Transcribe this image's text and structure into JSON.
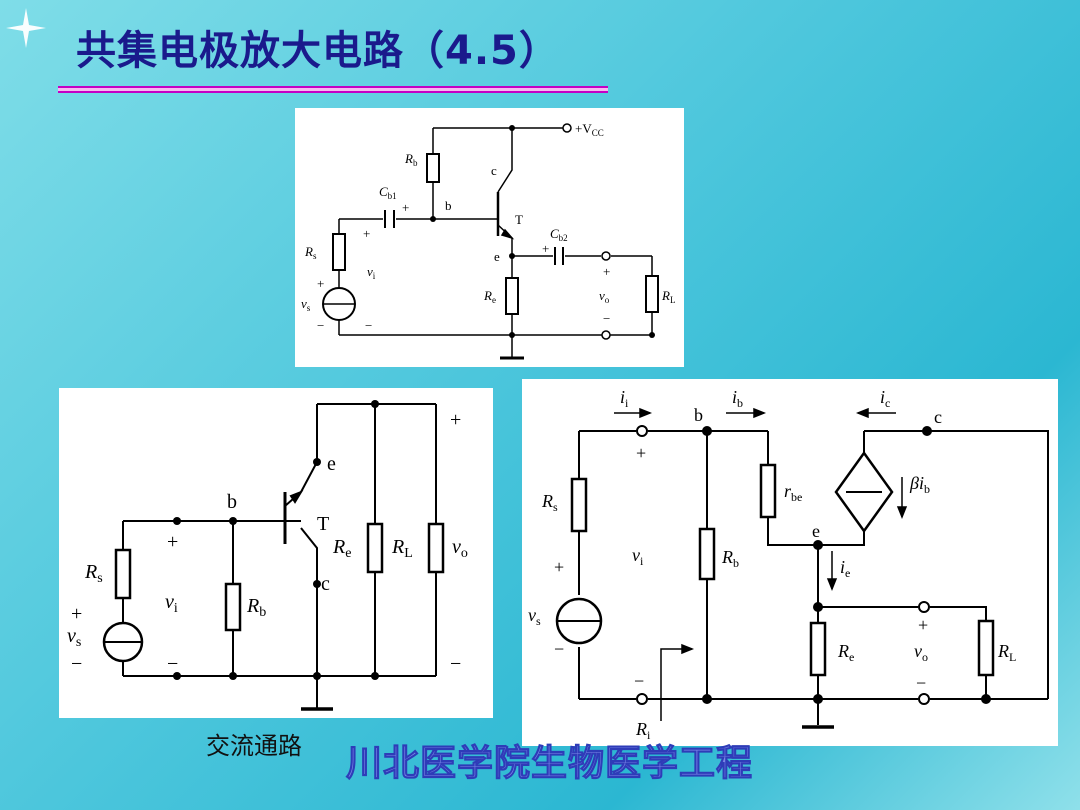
{
  "title": "共集电极放大电路（4.5）",
  "caption": "交流通路",
  "watermark": "川北医学院生物医学工程",
  "circuit_top": {
    "vcc": "+V",
    "vcc_sub": "CC",
    "rb": "R",
    "rb_sub": "b",
    "cb1": "C",
    "cb1_sub": "b1",
    "cb2": "C",
    "cb2_sub": "b2",
    "rs": "R",
    "rs_sub": "s",
    "re": "R",
    "re_sub": "e",
    "rl": "R",
    "rl_sub": "L",
    "vi": "v",
    "vi_sub": "i",
    "vo": "v",
    "vo_sub": "o",
    "vs": "v",
    "vs_sub": "s",
    "node_b": "b",
    "node_c": "c",
    "node_e": "e",
    "transistor": "T",
    "plus": "+",
    "minus": "−"
  },
  "circuit_ac": {
    "rs": "R",
    "rs_sub": "s",
    "rb": "R",
    "rb_sub": "b",
    "re": "R",
    "re_sub": "e",
    "rl": "R",
    "rl_sub": "L",
    "vi": "v",
    "vi_sub": "i",
    "vo": "v",
    "vo_sub": "o",
    "vs": "v",
    "vs_sub": "s",
    "node_b": "b",
    "node_c": "c",
    "node_e": "e",
    "transistor": "T",
    "plus": "+",
    "minus": "−"
  },
  "circuit_small_signal": {
    "ii": "i",
    "ii_sub": "i",
    "ib": "i",
    "ib_sub": "b",
    "ic": "i",
    "ic_sub": "c",
    "ie": "i",
    "ie_sub": "e",
    "beta_ib": "βi",
    "beta_ib_sub": "b",
    "rbe": "r",
    "rbe_sub": "be",
    "rs": "R",
    "rs_sub": "s",
    "rb": "R",
    "rb_sub": "b",
    "re": "R",
    "re_sub": "e",
    "rl": "R",
    "rl_sub": "L",
    "ri": "R",
    "ri_sub": "i",
    "vi": "v",
    "vi_sub": "i",
    "vo": "v",
    "vo_sub": "o",
    "vs": "v",
    "vs_sub": "s",
    "node_b": "b",
    "node_c": "c",
    "node_e": "e",
    "plus": "+",
    "minus": "−"
  }
}
